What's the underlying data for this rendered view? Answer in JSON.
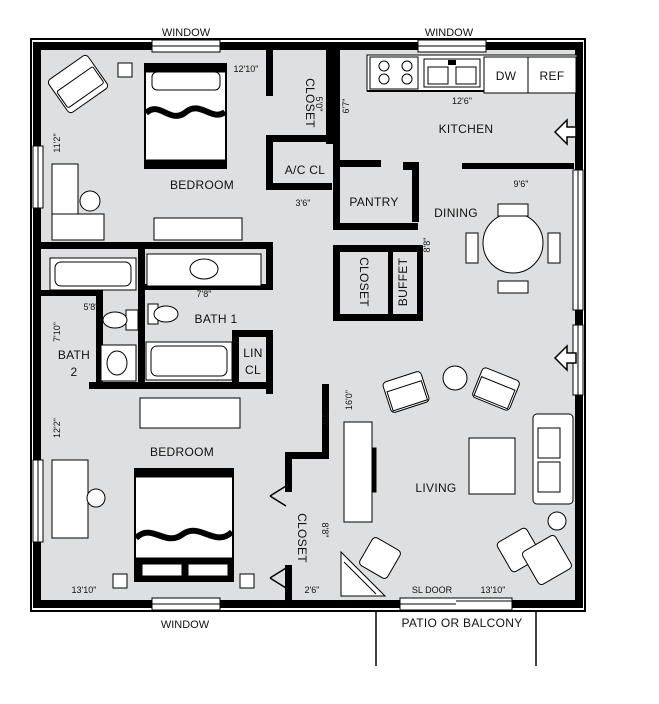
{
  "labels": {
    "window_top_left": "WINDOW",
    "window_top_right": "WINDOW",
    "window_bottom": "WINDOW",
    "bedroom_1": "BEDROOM",
    "bedroom_2": "BEDROOM",
    "closet_top": "CLOSET",
    "ac_closet": "A/C CL",
    "kitchen": "KITCHEN",
    "dw": "DW",
    "ref": "REF",
    "pantry": "PANTRY",
    "dining": "DINING",
    "closet_hall": "CLOSET",
    "buffet": "BUFFET",
    "bath_1": "BATH 1",
    "bath_2_line1": "BATH",
    "bath_2_line2": "2",
    "linen_line1": "LIN",
    "linen_line2": "CL",
    "closet_bed2": "CLOSET",
    "living": "LIVING",
    "sl_door": "SL DOOR",
    "patio": "PATIO OR BALCONY"
  },
  "dimensions": {
    "bed1_width": "12'10\"",
    "bed1_height": "11'2\"",
    "closet_top": "5'0\"",
    "kitchen_left": "6'7\"",
    "kitchen_width": "12'6\"",
    "ac_closet": "3'6\"",
    "dining_width": "9'6\"",
    "dining_height": "8'8\"",
    "bath2_width": "5'8\"",
    "bath2_height": "7'10\"",
    "bath1_width": "7'8\"",
    "living_height": "16'0\"",
    "hall_width": "3'6\"",
    "bed2_height": "12'2\"",
    "closet_bed2_height": "8'8\"",
    "closet_bed2_width": "2'6\"",
    "bed2_width": "13'10\"",
    "living_width": "13'10\""
  }
}
